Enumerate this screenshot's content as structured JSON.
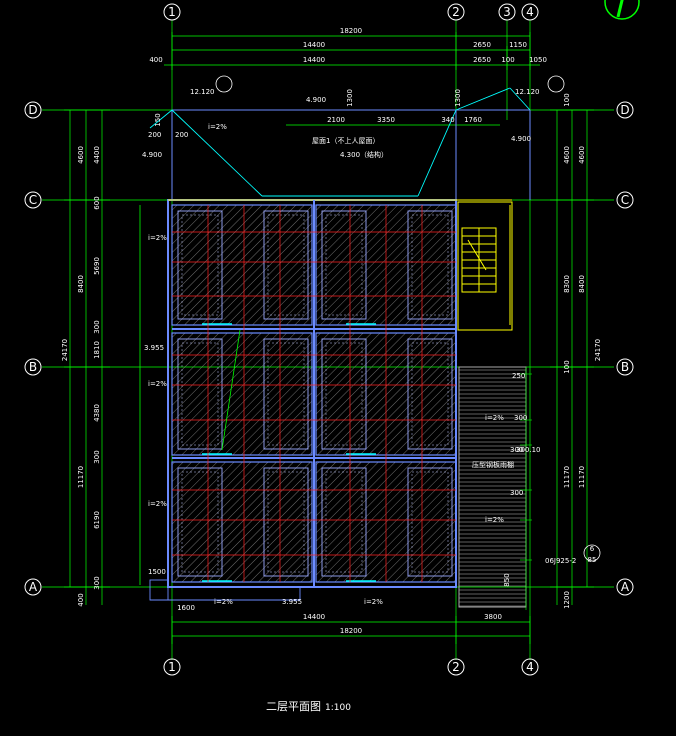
{
  "title": "二层平面图",
  "scale": "1:100",
  "axes": {
    "top": [
      "1",
      "2",
      "3",
      "4"
    ],
    "bottom": [
      "1",
      "2",
      "4"
    ],
    "left": [
      "D",
      "C",
      "B",
      "A"
    ],
    "right": [
      "D",
      "C",
      "B",
      "A"
    ]
  },
  "dims": {
    "top_total": "18200",
    "top_1": "14400",
    "top_2": "2650",
    "top_3": "1150",
    "top2_left": "400",
    "top2_1": "14400",
    "top2_2": "2650",
    "top2_3": "100",
    "top2_4": "1050",
    "inner_1": "2100",
    "inner_2": "3350",
    "inner_3": "340",
    "inner_4": "1760",
    "bottom_1": "14400",
    "bottom_2": "3800",
    "bottom_total": "18200",
    "bottom_small_1": "1600",
    "left_total": "24170",
    "left_1": "4600",
    "left_2": "8400",
    "left_3": "11170",
    "left_4": "400",
    "left_inner_1": "4400",
    "left_inner_2": "600",
    "left_inner_3": "5690",
    "left_inner_4": "300",
    "left_inner_5": "1810",
    "left_inner_6": "4380",
    "left_inner_7": "300",
    "left_inner_8": "6190",
    "left_inner_9": "300",
    "left_small_1": "150",
    "left_small_2": "200",
    "left_small_3": "200",
    "right_total": "24170",
    "right_1": "4600",
    "right_2": "8400",
    "right_3": "11170",
    "right_4": "1200",
    "right_inner_1": "4600",
    "right_inner_2": "8300",
    "right_inner_3": "11170",
    "right_inner_4": "100",
    "right_small_1": "100",
    "ramp_1": "250",
    "ramp_2": "300",
    "ramp_3": "300",
    "ramp_4": "300",
    "ramp_5": "850",
    "tag_300_10": "300.10"
  },
  "annotations": {
    "roof": "屋面1（不上人屋面）",
    "elev_4300": "4.300（结构）",
    "elev_4900_l": "4.900",
    "elev_4900_r": "4.900",
    "elev_4900_c": "4.900",
    "elev_3955_a": "3.955",
    "elev_3955_b": "3.955",
    "elev_12120_l": "12.120",
    "elev_12120_r": "12.120",
    "slope_1": "i=2%",
    "slope_2": "i=2%",
    "slope_3": "i=2%",
    "slope_4": "i=2%",
    "slope_5": "i=2%",
    "slope_6": "i=2%",
    "slope_7": "i=2%",
    "slope_8": "i=2%",
    "room": "压型钢板雨棚",
    "ref_code": "06J925-2",
    "ref_num": "6",
    "ref_sheet": "85",
    "small_dim_1": "1300",
    "small_dim_2": "1300",
    "small_dim_3": "1500"
  },
  "colors": {
    "background": "#000000",
    "axis": "#00ff00",
    "wall": "#6b8bff",
    "hatch": "#9a9a9a",
    "grid_red": "#ff2020",
    "stair": "#ffff00",
    "text": "#ffffff",
    "cyan": "#00ffff"
  }
}
